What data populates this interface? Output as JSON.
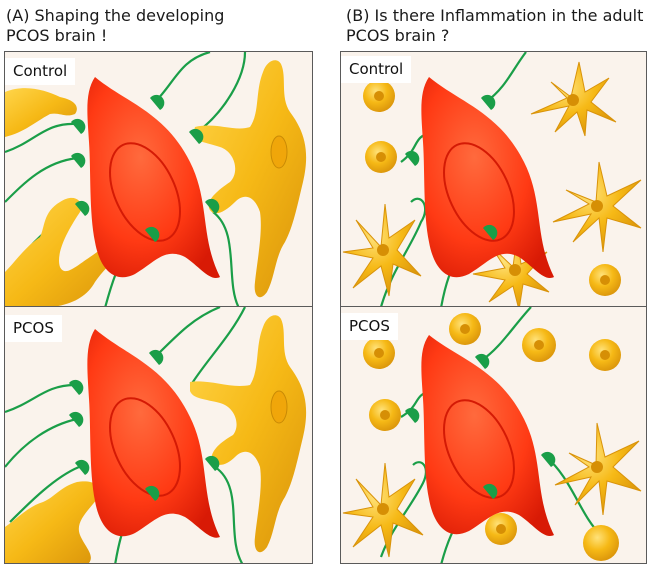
{
  "left_column": {
    "heading_line1": "(A)  Shaping the developing",
    "heading_line2": "PCOS brain !",
    "top_panel_label": "Control",
    "bottom_panel_label": "PCOS"
  },
  "right_column": {
    "heading_line1": "(B)  Is there Inflammation in the adult",
    "heading_line2": "PCOS brain ?",
    "top_panel_label": "Control",
    "bottom_panel_label": "PCOS"
  },
  "colors": {
    "panel_background": "#faf3ec",
    "neuron_red": "#ff3a14",
    "glia_yellow": "#f6b916",
    "synapse_green": "#1a9e48",
    "panel_border": "#5a5a5a"
  },
  "icons": {
    "neuron": "red-neuron-cell",
    "glia": "yellow-glial-cell",
    "microglia_ramified": "star-shaped-microglia",
    "microglia_amoeboid": "round-microglia",
    "synapse": "green-synapse-terminal"
  }
}
